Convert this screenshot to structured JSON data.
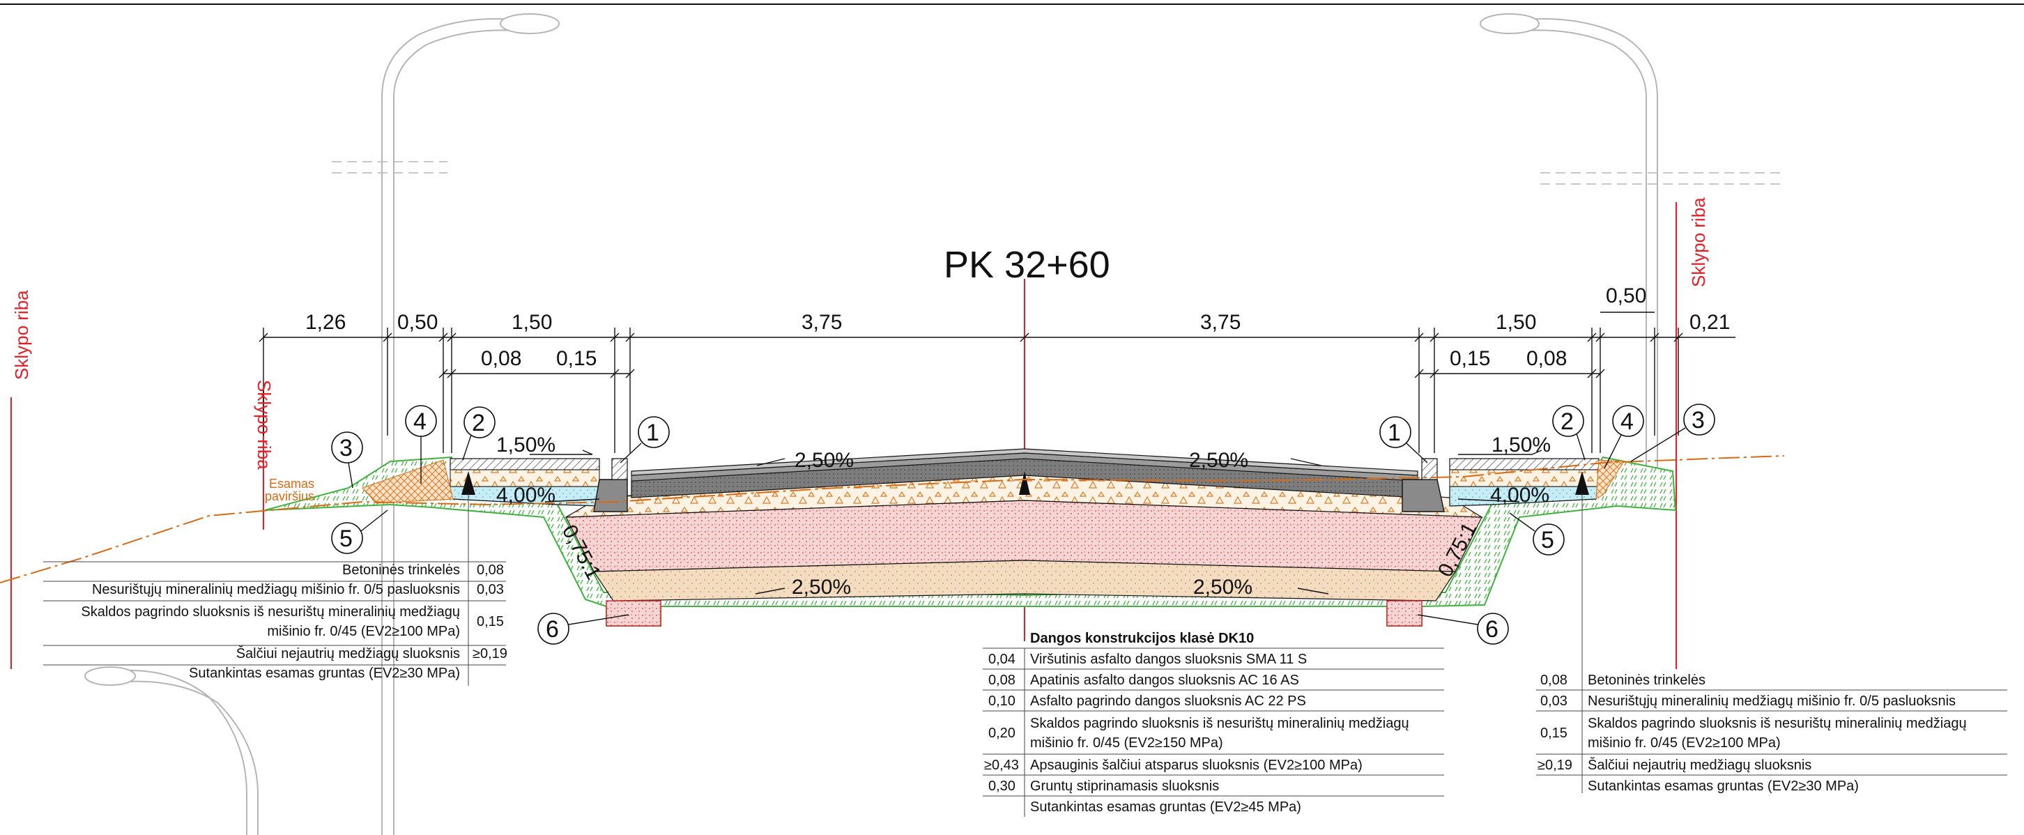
{
  "title": "PK 32+60",
  "boundary_labels": {
    "left_outer": "Sklypo riba",
    "left_inner": "Sklypo riba",
    "right": "Sklypo riba"
  },
  "existing_surface": {
    "line1": "Esamas",
    "line2": "paviršius"
  },
  "dimensions_top": {
    "left": [
      "1,26",
      "0,50",
      "1,50",
      "3,75"
    ],
    "right": [
      "3,75",
      "1,50",
      "0,50",
      "0,21"
    ]
  },
  "dimensions_sub": {
    "left": [
      "0,08",
      "0,15"
    ],
    "right": [
      "0,15",
      "0,08"
    ]
  },
  "slopes": {
    "sidewalk_left": "1,50%",
    "sidewalk_right": "1,50%",
    "base_left": "4,00%",
    "base_right": "4,00%",
    "road_left": "2,50%",
    "road_right": "2,50%",
    "bottom_left": "2,50%",
    "bottom_right": "2,50%",
    "embankment_left": "0,75:1",
    "embankment_right": "0,75:1"
  },
  "callouts": {
    "c1": "1",
    "c2": "2",
    "c3": "3",
    "c4": "4",
    "c5": "5",
    "c6": "6"
  },
  "table_left": {
    "rows": [
      {
        "desc": "Betoninės trinkelės",
        "value": "0,08"
      },
      {
        "desc": "Nesurištųjų mineralinių medžiagų mišinio fr. 0/5 pasluoksnis",
        "value": "0,03"
      },
      {
        "desc": "Skaldos pagrindo sluoksnis iš nesurištų mineralinių medžiagų",
        "desc2": "mišinio fr. 0/45 (EV2≥100 MPa)",
        "value": "0,15"
      },
      {
        "desc": "Šalčiui nejautrių medžiagų sluoksnis",
        "value": "≥0,19"
      },
      {
        "desc": "Sutankintas esamas gruntas (EV2≥30 MPa)",
        "value": ""
      }
    ]
  },
  "table_center": {
    "heading": "Dangos konstrukcijos klasė DK10",
    "rows": [
      {
        "value": "0,04",
        "desc": "Viršutinis asfalto dangos sluoksnis SMA 11 S"
      },
      {
        "value": "0,08",
        "desc": "Apatinis asfalto dangos sluoksnis AC 16 AS"
      },
      {
        "value": "0,10",
        "desc": "Asfalto pagrindo dangos sluoksnis AC 22 PS"
      },
      {
        "value": "0,20",
        "desc": "Skaldos pagrindo sluoksnis iš nesurištų mineralinių medžiagų",
        "desc2": "mišinio fr. 0/45 (EV2≥150 MPa)"
      },
      {
        "value": "≥0,43",
        "desc": "Apsauginis šalčiui atsparus sluoksnis (EV2≥100 MPa)"
      },
      {
        "value": "0,30",
        "desc": "Gruntų stiprinamasis sluoksnis"
      },
      {
        "value": "",
        "desc": "Sutankintas esamas gruntas (EV2≥45 MPa)"
      }
    ]
  },
  "table_right": {
    "rows": [
      {
        "value": "0,08",
        "desc": "Betoninės trinkelės"
      },
      {
        "value": "0,03",
        "desc": "Nesurištųjų mineralinių medžiagų mišinio fr. 0/5 pasluoksnis"
      },
      {
        "value": "0,15",
        "desc": "Skaldos pagrindo sluoksnis iš nesurištų mineralinių medžiagų",
        "desc2": "mišinio fr. 0/45 (EV2≥100 MPa)"
      },
      {
        "value": "≥0,19",
        "desc": "Šalčiui nejautrių medžiagų sluoksnis"
      },
      {
        "value": "",
        "desc": "Sutankintas esamas gruntas (EV2≥30 MPa)"
      }
    ]
  },
  "colors": {
    "boundary": "#e31e24",
    "grass": "#3fb23f",
    "sand": "#d86a12",
    "frost": "#e8a0a0",
    "base": "#f0d6b8",
    "blue": "#bfe8f4",
    "asphalt": "#8a8a8a"
  }
}
